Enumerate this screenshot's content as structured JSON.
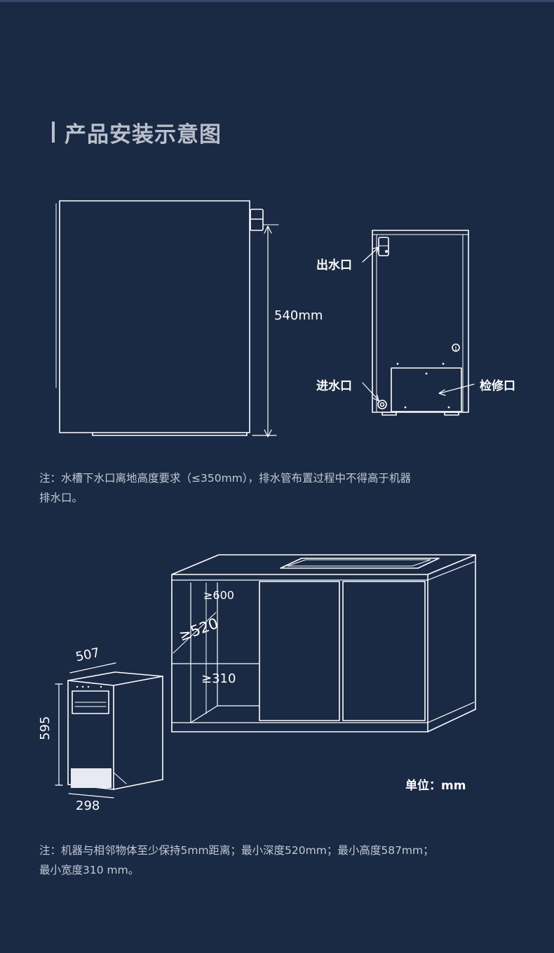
{
  "section": {
    "title": "产品安装示意图"
  },
  "install_diagram": {
    "height_label": "540mm",
    "outlet_label": "出水口",
    "inlet_label": "进水口",
    "access_label": "检修口",
    "note_line1": "注：水槽下水口离地高度要求（≤350mm），排水管布置过程中不得高于机器",
    "note_line2": "排水口。"
  },
  "dimension_diagram": {
    "clearance_top": "≥600",
    "clearance_diag": "≥520",
    "clearance_mid": "≥310",
    "machine_depth": "507",
    "machine_height": "595",
    "machine_width": "298",
    "unit_label": "单位：mm",
    "note_line1": "注：机器与相邻物体至少保持5mm距离；最小深度520mm；最小高度587mm；",
    "note_line2": "最小宽度310 mm。"
  },
  "colors": {
    "background": "#1a2a44",
    "line": "#ffffff",
    "title": "#b9c0cc",
    "note_text": "#c3c9d3"
  }
}
